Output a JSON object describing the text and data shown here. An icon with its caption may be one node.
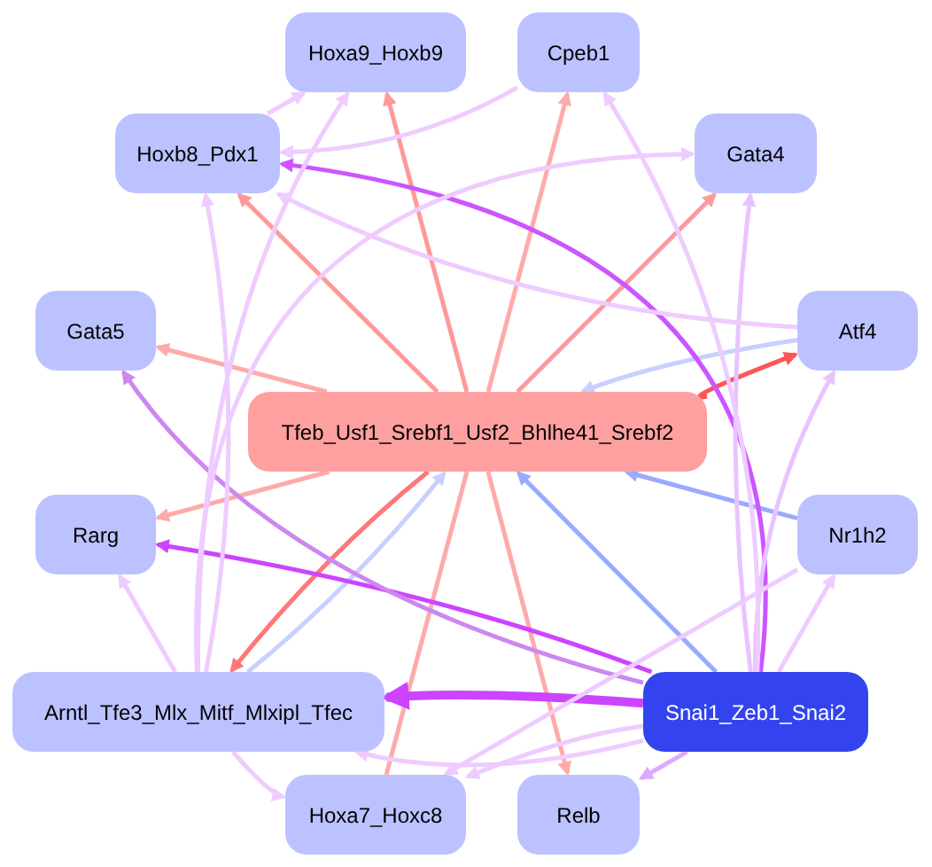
{
  "diagram": {
    "nodes": [
      {
        "text": [
          "Hoxa9_Hoxb9"
        ]
      },
      {
        "text": [
          "Cpeb1"
        ]
      },
      {
        "text": [
          "Hoxb8_Pdx1"
        ]
      },
      {
        "text": [
          "Gata4"
        ]
      },
      {
        "text": [
          "Gata5"
        ]
      },
      {
        "text": [
          "Atf4"
        ]
      },
      {
        "text": [
          "Tfeb_Usf1_Srebf1_Usf2_Bhlhe41_Srebf2"
        ]
      },
      {
        "text": [
          "Rarg"
        ]
      },
      {
        "text": [
          "Nr1h2"
        ]
      },
      {
        "text": [
          "Arntl_Tfe3_Mlx_Mitf_Mlxipl_Tfec"
        ]
      },
      {
        "text": [
          "Snai1_Zeb1_Snai2"
        ]
      },
      {
        "text": [
          "Hoxa7_Hoxc8"
        ]
      },
      {
        "text": [
          "Relb"
        ]
      }
    ],
    "edges": [
      {
        "from": 6,
        "to": 0,
        "arrow": "to",
        "color": "#ff9999"
      },
      {
        "from": 6,
        "to": 1,
        "arrow": "to",
        "color": "#ffaaaa"
      },
      {
        "from": 6,
        "to": 2,
        "arrow": "to",
        "color": "#ff9999"
      },
      {
        "from": 6,
        "to": 3,
        "arrow": "to",
        "color": "#ff9999"
      },
      {
        "from": 6,
        "to": 4,
        "arrow": "to",
        "color": "#ffaaaa"
      },
      {
        "from": 6,
        "to": 5,
        "arrow": "to",
        "color": "#ff5555"
      },
      {
        "from": 5,
        "to": 6,
        "arrow": "to",
        "color": "#c8d0ff"
      },
      {
        "from": 6,
        "to": 7,
        "arrow": "to",
        "color": "#ffaaaa"
      },
      {
        "from": 6,
        "to": 9,
        "arrow": "to",
        "color": "#ff7777"
      },
      {
        "from": 9,
        "to": 6,
        "arrow": "to",
        "color": "#c8d0ff"
      },
      {
        "from": 6,
        "to": 12,
        "arrow": "to",
        "color": "#ffaaaa"
      },
      {
        "from": 11,
        "to": 6,
        "arrow": "none",
        "color": "#ffaaaa"
      },
      {
        "from": 8,
        "to": 6,
        "arrow": "to",
        "color": "#99aaff"
      },
      {
        "from": 10,
        "to": 6,
        "arrow": "to",
        "color": "#99aaff"
      },
      {
        "from": 10,
        "to": 2,
        "arrow": "to",
        "color": "#cc55ff"
      },
      {
        "from": 10,
        "to": 7,
        "arrow": "to",
        "color": "#cc44ff"
      },
      {
        "from": 10,
        "to": 9,
        "arrow": "to",
        "color": "#cc44ff",
        "style": "thick"
      },
      {
        "from": 10,
        "to": 4,
        "arrow": "to",
        "color": "#cc88ee"
      },
      {
        "from": 10,
        "to": 5,
        "arrow": "to",
        "color": "#e8c4ff"
      },
      {
        "from": 10,
        "to": 8,
        "arrow": "to",
        "color": "#eeccff"
      },
      {
        "from": 10,
        "to": 12,
        "arrow": "to",
        "color": "#ddaaff"
      },
      {
        "from": 10,
        "to": 11,
        "arrow": "to",
        "color": "#eeccff"
      },
      {
        "from": 10,
        "to": 3,
        "arrow": "to",
        "color": "#e8c4ff"
      },
      {
        "from": 10,
        "to": 1,
        "arrow": "to",
        "color": "#eeccff"
      },
      {
        "from": 9,
        "to": 2,
        "arrow": "to",
        "color": "#eeccff"
      },
      {
        "from": 9,
        "to": 0,
        "arrow": "to",
        "color": "#eeccff"
      },
      {
        "from": 9,
        "to": 7,
        "arrow": "to",
        "color": "#eeccff"
      },
      {
        "from": 9,
        "to": 11,
        "arrow": "to",
        "color": "#eeccff"
      },
      {
        "from": 9,
        "to": 3,
        "arrow": "to",
        "color": "#eeccff"
      },
      {
        "from": 5,
        "to": 2,
        "arrow": "to",
        "color": "#eeccff"
      },
      {
        "from": 8,
        "to": 11,
        "arrow": "to",
        "color": "#eeccff"
      },
      {
        "from": 1,
        "to": 2,
        "arrow": "to",
        "color": "#eeccff"
      },
      {
        "from": 2,
        "to": 0,
        "arrow": "to",
        "color": "#eeccff"
      },
      {
        "from": 10,
        "to": 9,
        "arrow": "to",
        "color": "#eeccff"
      }
    ]
  }
}
